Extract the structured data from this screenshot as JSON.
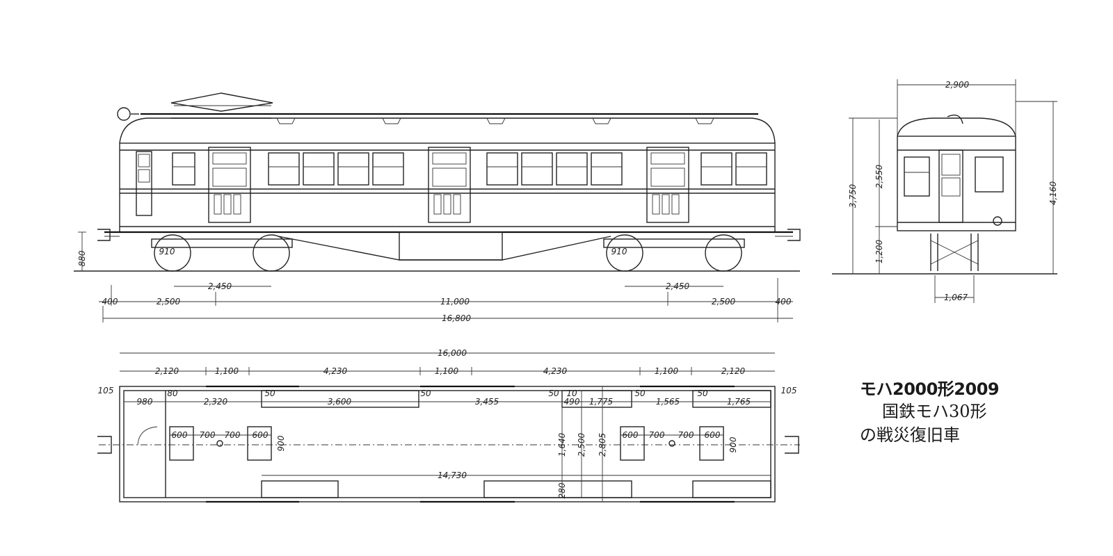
{
  "caption": {
    "title": "モハ2000形2009",
    "line1": "国鉄モハ30形",
    "line2": "の戦災復旧車"
  },
  "side_view": {
    "dimensions": {
      "height_880": "880",
      "wheel_910_left": "910",
      "wheel_910_right": "910",
      "bogie_wheelbase_left": "2,450",
      "bogie_wheelbase_right": "2,450",
      "overhang_left": "400",
      "overhang_right": "400",
      "end_to_bogie_left": "2,500",
      "end_to_bogie_right": "2,500",
      "bogie_centers": "11,000",
      "overall_length": "16,800"
    }
  },
  "end_view": {
    "dimensions": {
      "width": "2,900",
      "height_3750": "3,750",
      "height_2550": "2,550",
      "height_1200": "1,200",
      "height_4160": "4,160",
      "gauge": "1,067"
    }
  },
  "plan_view": {
    "dimensions": {
      "body_length": "16,000",
      "seg_2120_left": "2,120",
      "seg_1100_a": "1,100",
      "seg_4230_a": "4,230",
      "seg_1100_b": "1,100",
      "seg_4230_b": "4,230",
      "seg_1100_c": "1,100",
      "seg_2120_right": "2,120",
      "end_105_left": "105",
      "end_105_right": "105",
      "d_980": "980",
      "d_80": "80",
      "d_2320": "2,320",
      "d_50_a": "50",
      "d_3600": "3,600",
      "d_50_b": "50",
      "d_3455": "3,455",
      "d_50_c": "50",
      "d_10": "10",
      "d_490": "490",
      "d_1775": "1,775",
      "d_50_d": "50",
      "d_1565": "1,565",
      "d_50_e": "50",
      "d_1765": "1,765",
      "d_600_a": "600",
      "d_700_a": "700",
      "d_700_b": "700",
      "d_600_b": "600",
      "d_900_a": "900",
      "d_1640": "1,640",
      "d_2500": "2,500",
      "d_2805": "2,805",
      "d_600_c": "600",
      "d_700_c": "700",
      "d_700_d": "700",
      "d_600_d": "600",
      "d_900_b": "900",
      "d_14730": "14,730",
      "d_280": "280"
    }
  }
}
